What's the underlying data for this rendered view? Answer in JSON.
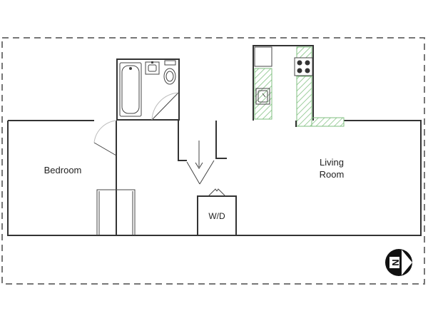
{
  "rooms": {
    "bedroom": "Bedroom",
    "living_line1": "Living",
    "living_line2": "Room",
    "laundry": "W/D"
  },
  "compass": {
    "letter": "N"
  },
  "colors": {
    "wall": "#333333",
    "hatch": "#7fbf7f",
    "boundary": "#777777",
    "compass": "#111111"
  },
  "icons": [
    "bathtub-icon",
    "sink-icon",
    "toilet-icon",
    "stove-icon",
    "refrigerator-icon",
    "north-arrow-icon",
    "entry-arrow-icon"
  ]
}
